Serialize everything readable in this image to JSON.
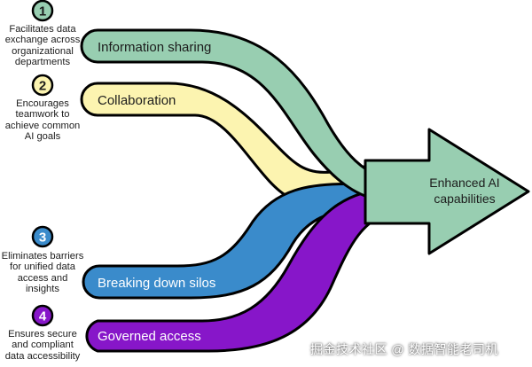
{
  "inputs": [
    {
      "number": "1",
      "description": [
        "Facilitates data",
        "exchange across",
        "organizational",
        "departments"
      ],
      "label": "Information sharing",
      "fill": "#98ceb1",
      "badge": "#98ceb1"
    },
    {
      "number": "2",
      "description": [
        "Encourages",
        "teamwork to",
        "achieve common",
        "AI goals"
      ],
      "label": "Collaboration",
      "fill": "#fcf4b0",
      "badge": "#fcf4b0"
    },
    {
      "number": "3",
      "description": [
        "Eliminates barriers",
        "for unified data",
        "access and",
        "insights"
      ],
      "label": "Breaking down silos",
      "fill": "#3a8bcb",
      "badge": "#3a8bcb"
    },
    {
      "number": "4",
      "description": [
        "Ensures secure",
        "and compliant",
        "data accessibility"
      ],
      "label": "Governed access",
      "fill": "#8716c9",
      "badge": "#8716c9"
    }
  ],
  "output": {
    "label": [
      "Enhanced AI",
      "capabilities"
    ],
    "fill": "#98ceb1"
  },
  "watermark": "掘金技术社区 @ 数据智能老司机"
}
